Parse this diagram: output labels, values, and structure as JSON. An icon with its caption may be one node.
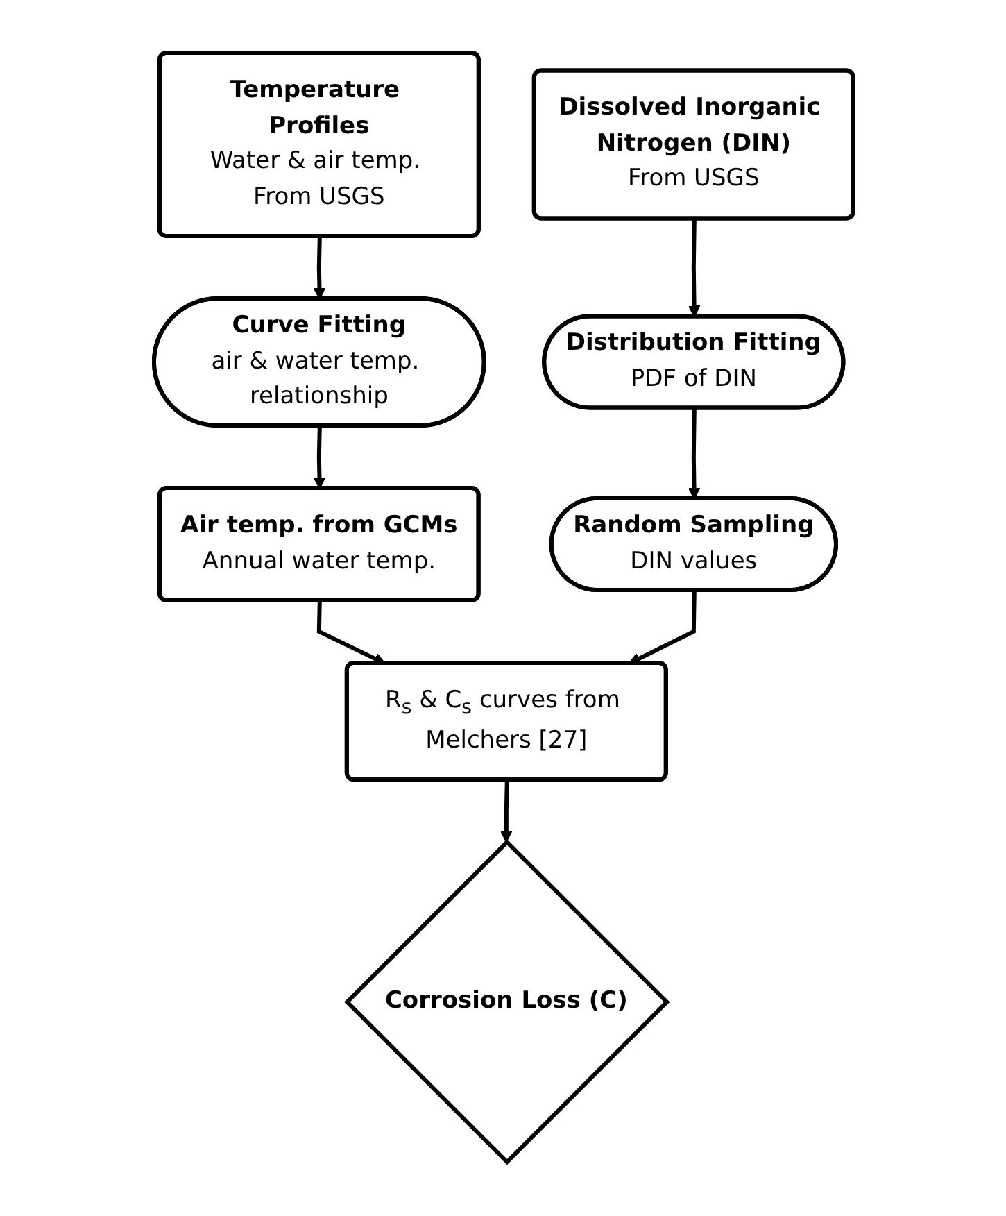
{
  "diagram": {
    "nodes": [
      {
        "text": [
          "Temperature Profiles",
          "Water & air temp. From USGS"
        ]
      },
      {
        "text": [
          "Dissolved Inorganic Nitrogen (DIN)",
          "From USGS"
        ]
      },
      {
        "text": [
          "Curve Fitting",
          "air & water temp. relationship"
        ]
      },
      {
        "text": [
          "Distribution Fitting",
          "PDF of DIN"
        ]
      },
      {
        "text": [
          "Air temp. from GCMs",
          "Annual water temp."
        ]
      },
      {
        "text": [
          "Random Sampling",
          "DIN values"
        ]
      },
      {
        "text": [
          "R$_{s}$ & C$_{s}$ curves from Melchers [27]"
        ]
      },
      {
        "text": [
          "Corrosion Loss (C)"
        ]
      }
    ],
    "edges": [
      {
        "from": 0,
        "to": 2,
        "arrow": "to"
      },
      {
        "from": 2,
        "to": 4,
        "arrow": "to"
      },
      {
        "from": 4,
        "to": 6,
        "arrow": "to"
      },
      {
        "from": 1,
        "to": 3,
        "arrow": "to"
      },
      {
        "from": 3,
        "to": 5,
        "arrow": "to"
      },
      {
        "from": 5,
        "to": 6,
        "arrow": "to"
      },
      {
        "from": 6,
        "to": 7,
        "arrow": "to"
      }
    ]
  }
}
